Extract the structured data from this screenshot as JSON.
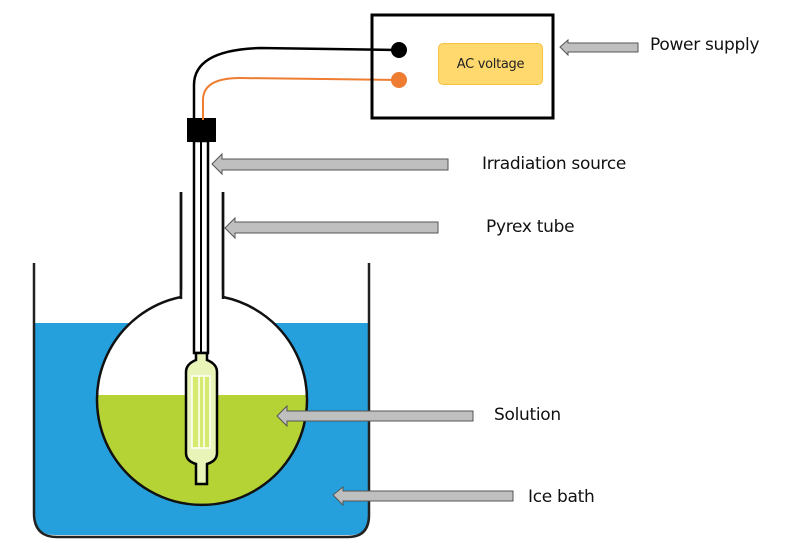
{
  "title": "Photocatalytic reactor setup",
  "colors": {
    "ice_bath": "#26a0dc",
    "solution": "#b5d334",
    "ac_box_fill": "#ffd86e",
    "black_wire": "#000000",
    "orange_wire": "#ee7d31",
    "arrow_fill": "#bfbfbf",
    "arrow_stroke": "#555555"
  },
  "power_supply": {
    "label": "Power supply",
    "ac_label": "AC voltage",
    "terminals": [
      "black",
      "orange"
    ]
  },
  "labels": {
    "power_supply": "Power supply",
    "irradiation_source": "Irradiation source",
    "pyrex_tube": "Pyrex tube",
    "solution": "Solution",
    "ice_bath": "Ice bath"
  }
}
